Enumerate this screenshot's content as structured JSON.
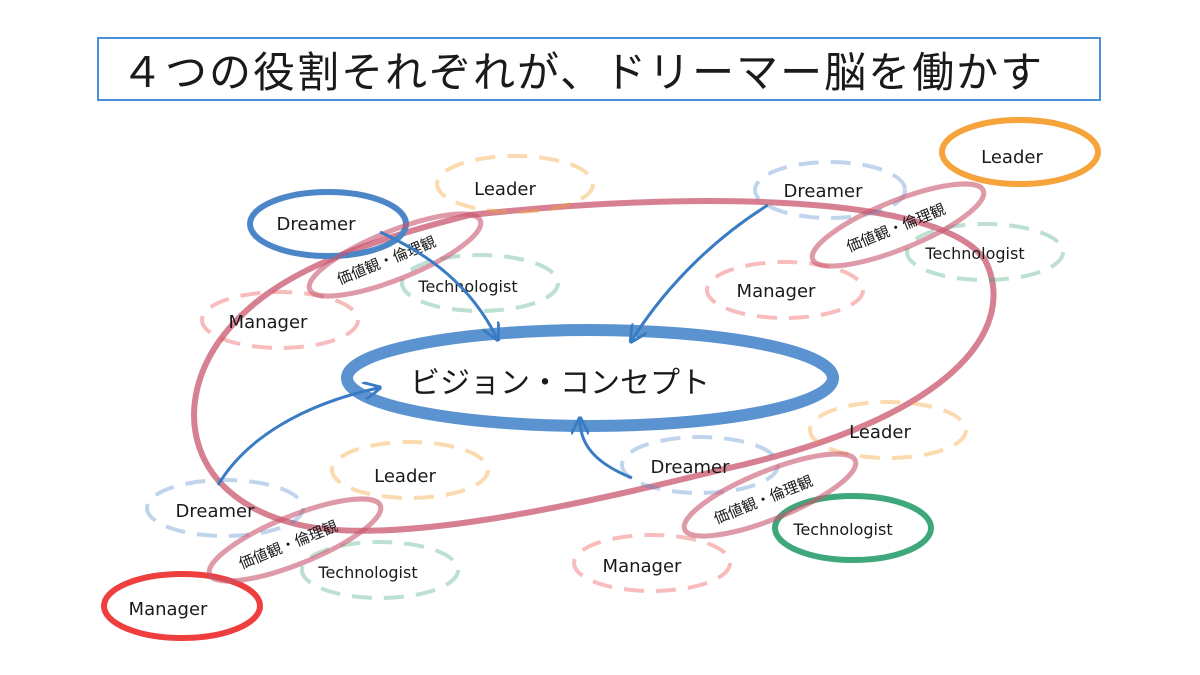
{
  "title": "４つの役割それぞれが、ドリーマー脳を働かす",
  "center_label": "ビジョン・コンセプト",
  "values_label": "価値観・倫理観",
  "roles": {
    "leader": "Leader",
    "dreamer": "Dreamer",
    "technologist": "Technologist",
    "manager": "Manager"
  },
  "colors": {
    "leader": "#f5a33a",
    "dreamer": "#4a86c8",
    "technologist": "#3fa77c",
    "manager": "#ee3e3e",
    "values_ring": "#c8566e",
    "arrow": "#3a7cc4",
    "title_border": "#4a90d9"
  }
}
